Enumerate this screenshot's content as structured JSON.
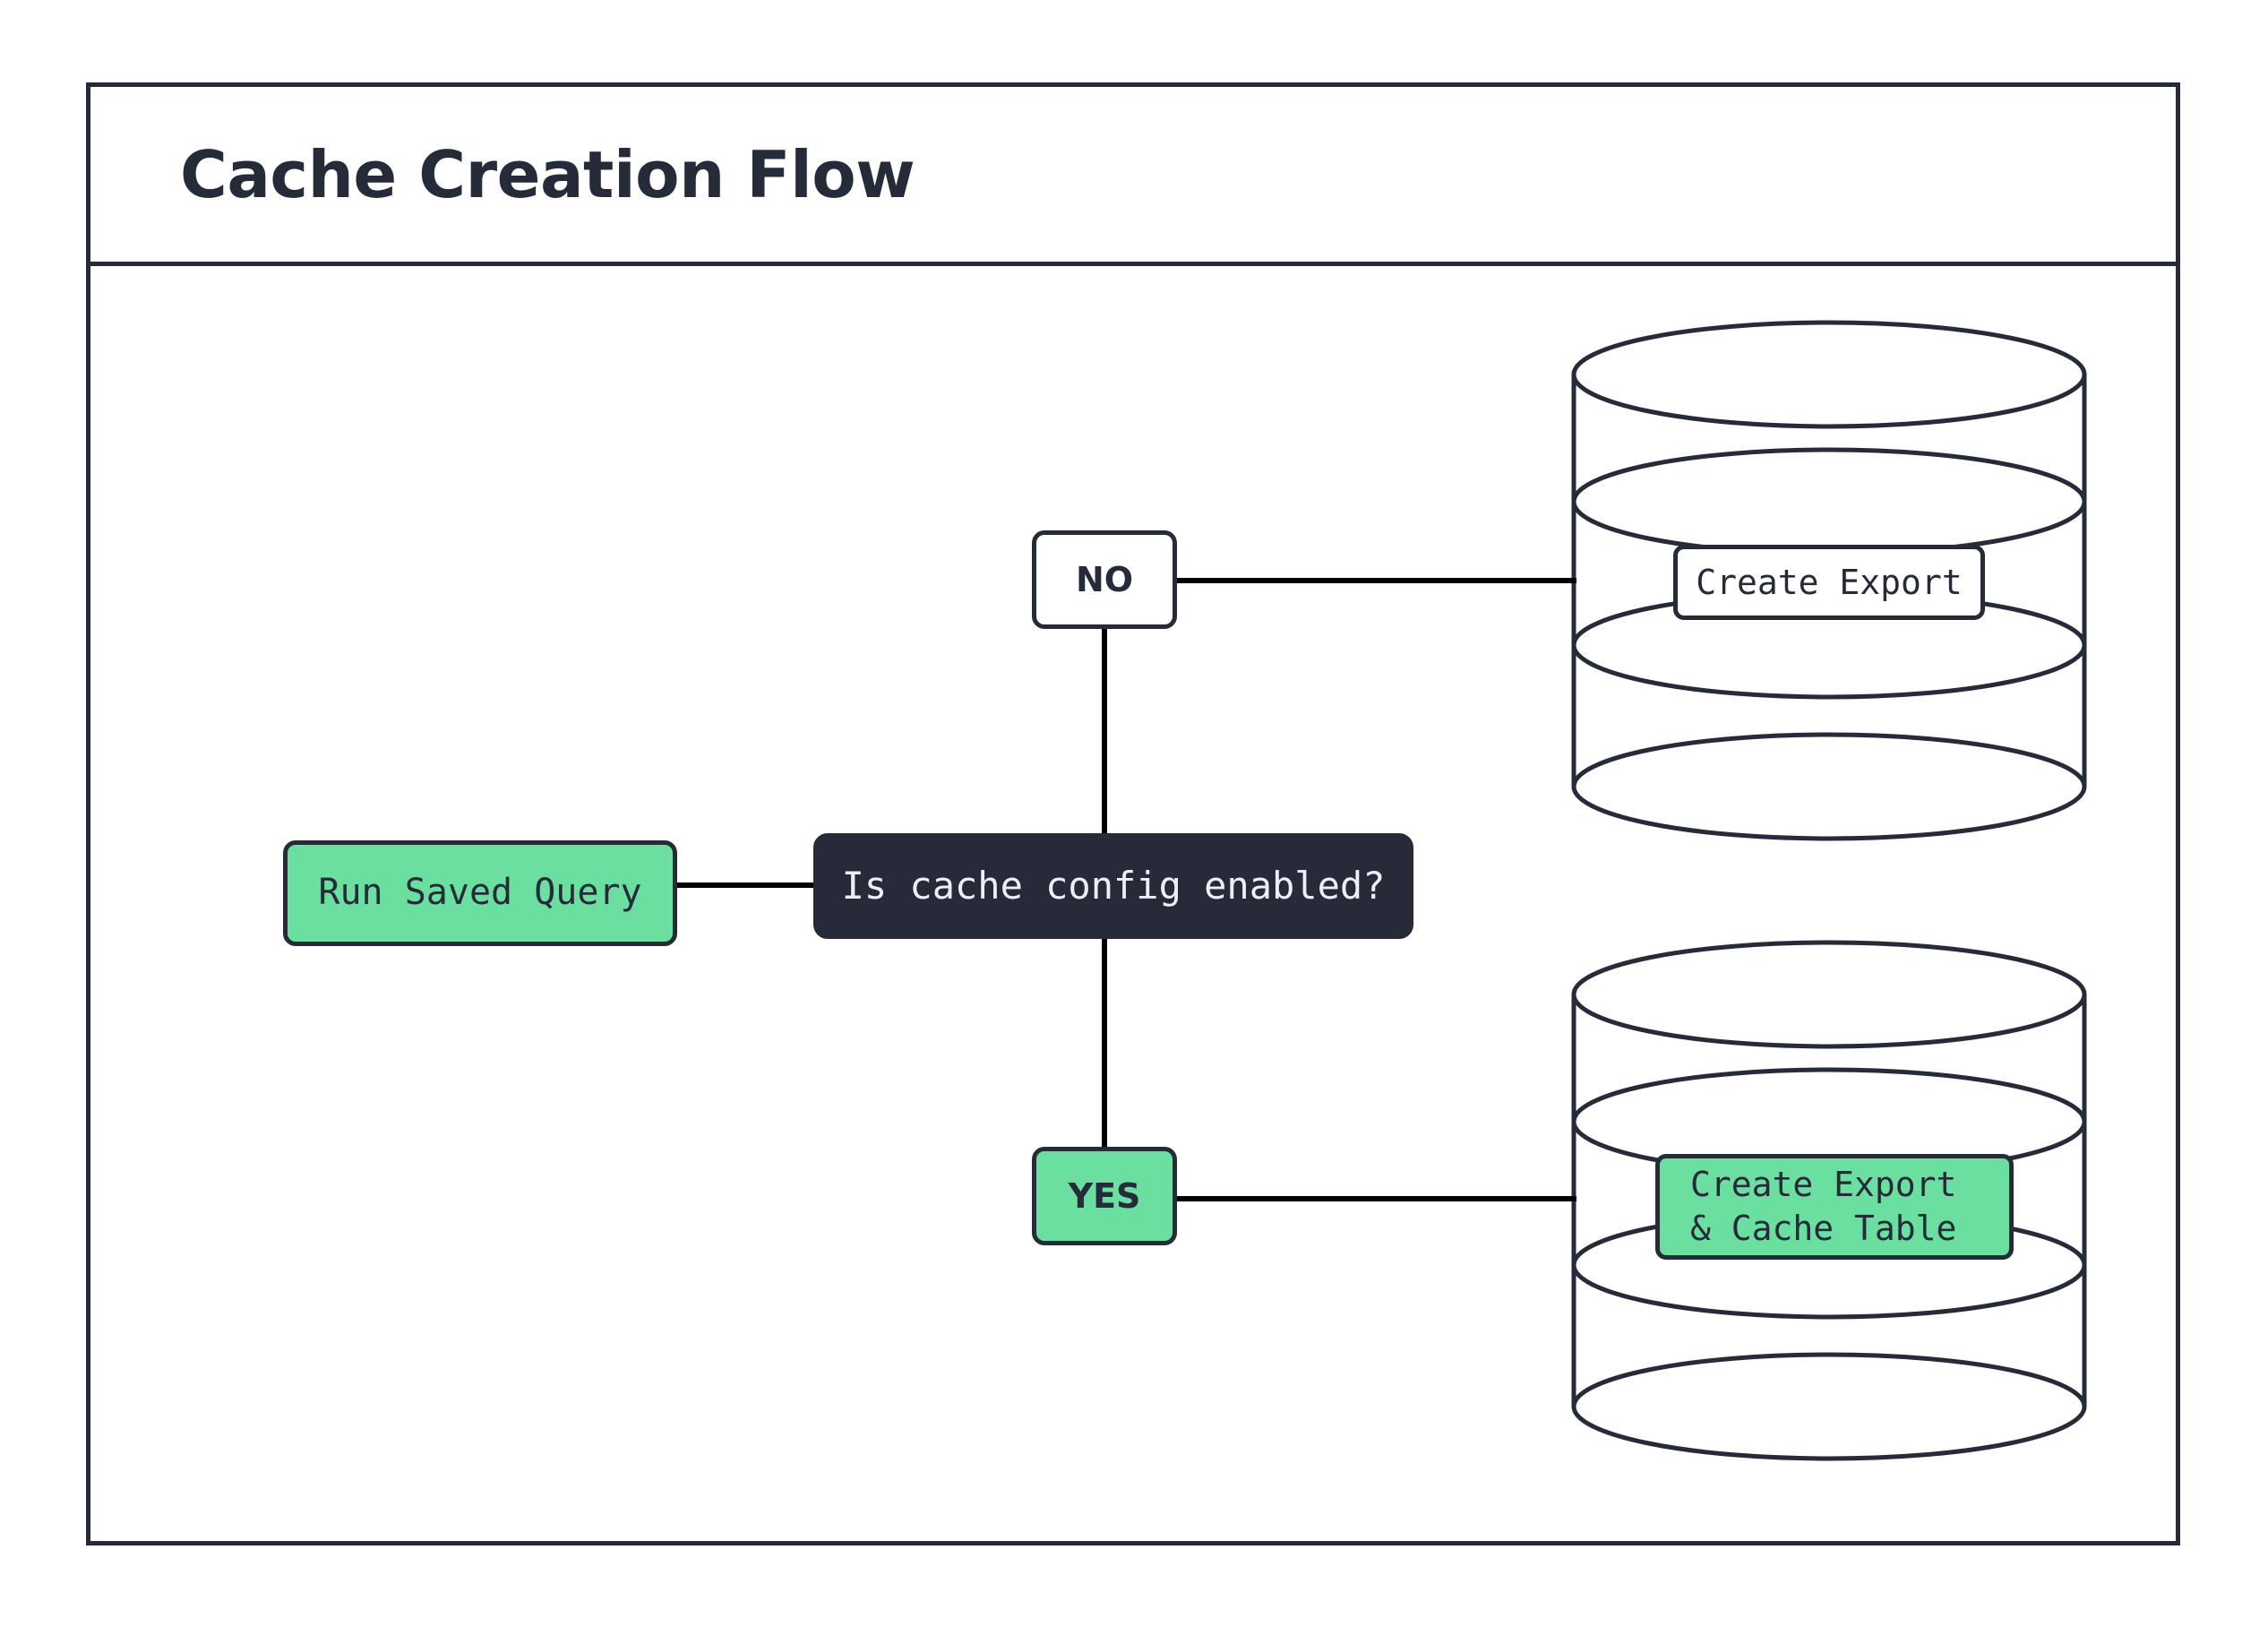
{
  "frame": {
    "title": "Cache Creation Flow"
  },
  "colors": {
    "accent_green": "#6bdfa0",
    "dark_navy": "#262b3a",
    "decision_fill": "#272b39",
    "decision_text": "#eceff4",
    "edge": "#000000",
    "background": "#ffffff"
  },
  "nodes": {
    "run_saved_query": {
      "label": "Run Saved Query",
      "shape": "rounded-rect",
      "fill": "#6bdfa0"
    },
    "decision": {
      "label": "Is cache config enabled?",
      "shape": "rounded-rect",
      "fill": "#272b39"
    },
    "branch_no": {
      "label": "NO",
      "shape": "rounded-rect",
      "fill": "#ffffff"
    },
    "branch_yes": {
      "label": "YES",
      "shape": "rounded-rect",
      "fill": "#6bdfa0"
    },
    "create_export": {
      "label": "Create Export",
      "shape": "database-cylinder-label",
      "fill": "#ffffff"
    },
    "create_export_cache_table": {
      "label_line1": "Create Export",
      "label_line2": "& Cache Table",
      "shape": "database-cylinder-label",
      "fill": "#6bdfa0"
    }
  },
  "databases": {
    "top": {
      "name": "export-database-cylinder",
      "disk_layers": 4
    },
    "bottom": {
      "name": "cache-database-cylinder",
      "disk_layers": 4
    }
  },
  "edges": [
    {
      "from": "run_saved_query",
      "to": "decision",
      "label": ""
    },
    {
      "from": "decision",
      "to": "branch_no",
      "label": ""
    },
    {
      "from": "decision",
      "to": "branch_yes",
      "label": ""
    },
    {
      "from": "branch_no",
      "to": "create_export",
      "label": ""
    },
    {
      "from": "branch_yes",
      "to": "create_export_cache_table",
      "label": ""
    }
  ]
}
